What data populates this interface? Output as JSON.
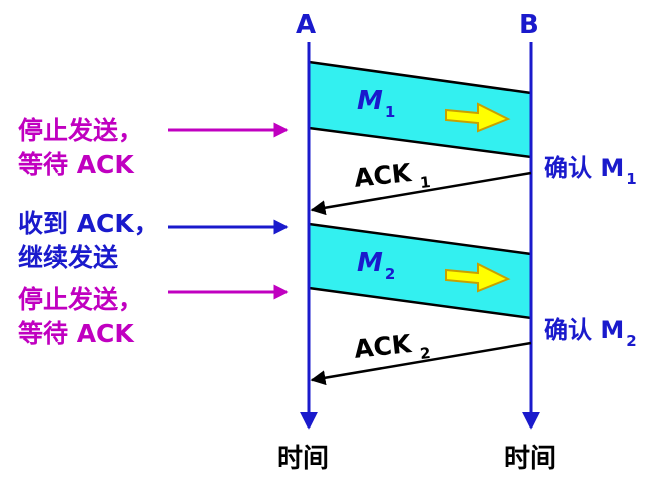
{
  "nodes": {
    "a": "A",
    "b": "B"
  },
  "time_labels": {
    "a": "时间",
    "b": "时间"
  },
  "notes": {
    "stop_wait_1": "停止发送，\n等待 ACK",
    "received_continue": "收到 ACK，\n继续发送",
    "stop_wait_2": "停止发送，\n等待 ACK"
  },
  "messages": {
    "m1": {
      "main": "M",
      "sub": "1"
    },
    "m2": {
      "main": "M",
      "sub": "2"
    }
  },
  "acks": {
    "ack1": {
      "main": "ACK",
      "sub": "1"
    },
    "ack2": {
      "main": "ACK",
      "sub": "2"
    }
  },
  "confirms": {
    "c1": {
      "main": "确认 M",
      "sub": "1"
    },
    "c2": {
      "main": "确认 M",
      "sub": "2"
    }
  },
  "colors": {
    "timeline": "#1a1acc",
    "band_fill": "#33f0f0",
    "band_stroke": "#000000",
    "note_magenta": "#c000c0",
    "note_blue": "#1a1acc",
    "inner_arrow": "#ffff00",
    "inner_arrow_stroke": "#c8a000"
  }
}
